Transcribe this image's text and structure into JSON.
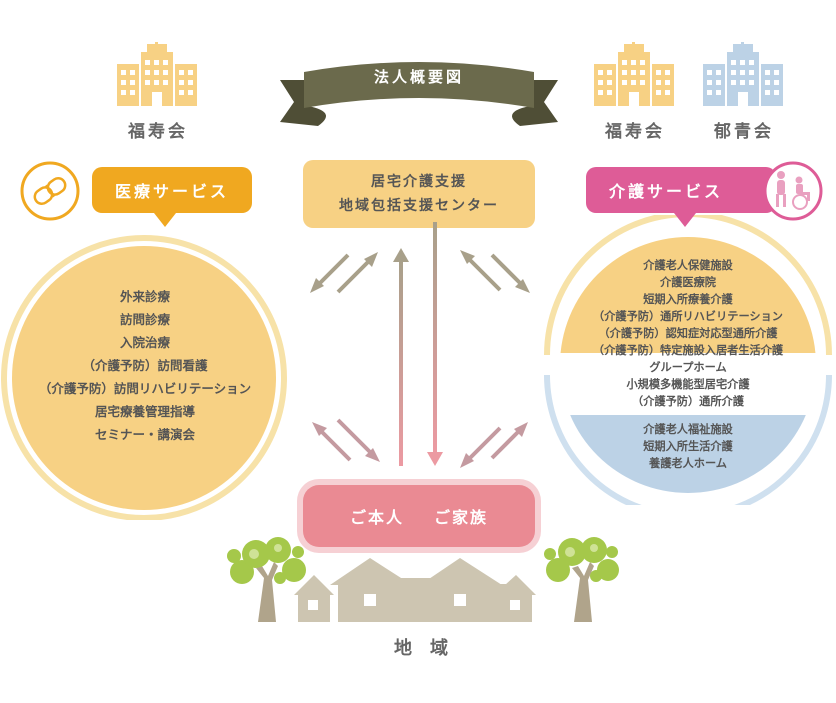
{
  "banner": {
    "title": "法人概要図"
  },
  "orgs": {
    "left": "福寿会",
    "right_1": "福寿会",
    "right_2": "郁青会"
  },
  "center": {
    "line1": "居宅介護支援",
    "line2": "地域包括支援センター"
  },
  "medical": {
    "title": "医療サービス",
    "items": [
      "外来診療",
      "訪問診療",
      "入院治療",
      "（介護予防）訪問看護",
      "（介護予防）訪問リハビリテーション",
      "居宅療養管理指導",
      "セミナー・講演会"
    ]
  },
  "care": {
    "title": "介護サービス",
    "group1": [
      "介護老人保健施設",
      "介護医療院",
      "短期入所療養介護",
      "（介護予防）通所リハビリテーション",
      "（介護予防）認知症対応型通所介護",
      "（介護予防）特定施設入居者生活介護"
    ],
    "group2": [
      "グループホーム",
      "小規模多機能型居宅介護",
      "（介護予防）通所介護"
    ],
    "group3": [
      "介護老人福祉施設",
      "短期入所生活介護",
      "養護老人ホーム"
    ]
  },
  "family": {
    "left": "ご本人",
    "right": "ご家族"
  },
  "region": "地域",
  "colors": {
    "yellow": "#f7d184",
    "orange": "#f0a820",
    "pink": "#de5c97",
    "blue": "#bcd2e6",
    "family": "#ea8a93",
    "banner": "#6b6a4c",
    "green": "#a5c84a"
  }
}
